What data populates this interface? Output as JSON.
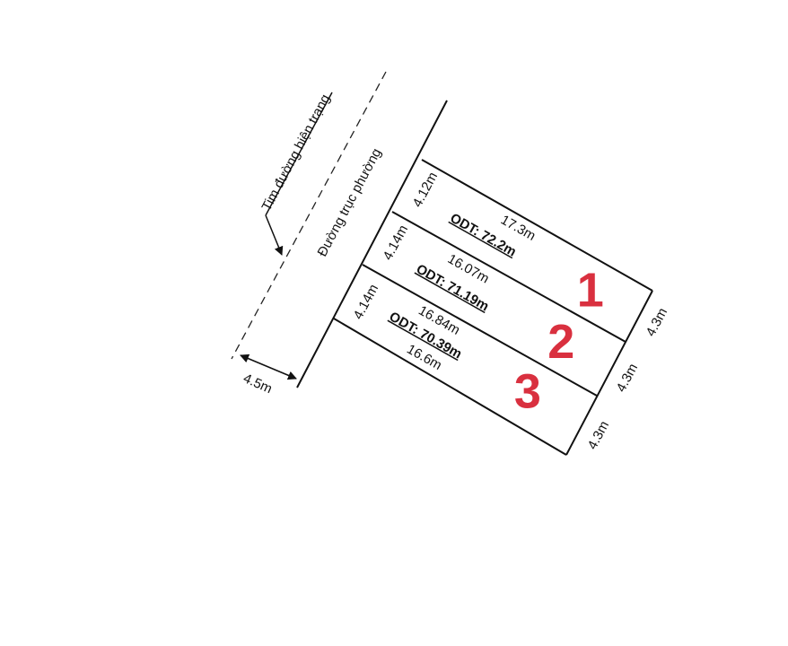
{
  "labels": {
    "centerline": "Tim đường hiện trạng",
    "road": "Đường trục phường",
    "road_width": "4.5m"
  },
  "plots": [
    {
      "number": "1",
      "area_label": "ODT: 72.2m",
      "front": "4.12m",
      "back": "4.3m",
      "top_edge": "17.3m",
      "bottom_edge": "16.07m"
    },
    {
      "number": "2",
      "area_label": "ODT: 71.19m",
      "front": "4.14m",
      "back": "4.3m",
      "bottom_edge": "16.84m"
    },
    {
      "number": "3",
      "area_label": "ODT: 70.39m",
      "front": "4.14m",
      "back": "4.3m",
      "bottom_edge": "16.6m"
    }
  ],
  "colors": {
    "plot_number": "#d9303f",
    "lines": "#111111"
  }
}
